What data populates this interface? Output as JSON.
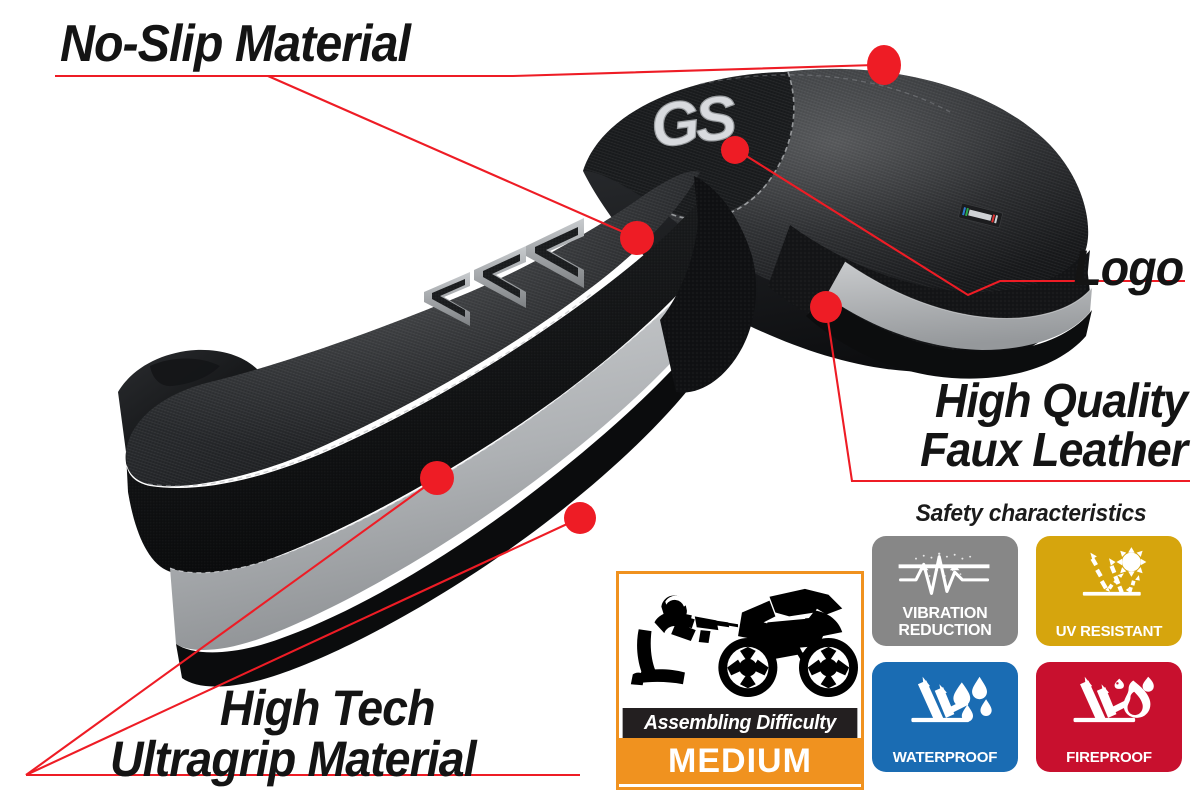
{
  "callouts": {
    "no_slip": "No-Slip Material",
    "logo": "Logo",
    "faux_leather_line1": "High Quality",
    "faux_leather_line2": "Faux Leather",
    "ultragrip_line1": "High Tech",
    "ultragrip_line2": "Ultragrip Material"
  },
  "product": {
    "logo_text": "GS"
  },
  "safety": {
    "title": "Safety characteristics",
    "badges": [
      {
        "id": "vibration-reduction",
        "label_line1": "VIBRATION",
        "label_line2": "REDUCTION",
        "color": "#878787",
        "icon": "waveform-icon"
      },
      {
        "id": "uv-resistant",
        "label_line1": "UV RESISTANT",
        "label_line2": "",
        "color": "#d6a50d",
        "icon": "sun-rays-icon"
      },
      {
        "id": "waterproof",
        "label_line1": "WATERPROOF",
        "label_line2": "",
        "color": "#1a6cb3",
        "icon": "water-droplets-icon"
      },
      {
        "id": "fireproof",
        "label_line1": "FIREPROOF",
        "label_line2": "",
        "color": "#c8102e",
        "icon": "flame-icon"
      }
    ]
  },
  "assembly": {
    "caption": "Assembling Difficulty",
    "level": "MEDIUM",
    "icon": "mechanic-motorcycle-icon",
    "frame_color": "#f0921f",
    "level_bg_color": "#f0921f",
    "caption_bg_color": "#231f20"
  },
  "style": {
    "leader_color": "#ee1c25",
    "text_color": "#141414"
  }
}
